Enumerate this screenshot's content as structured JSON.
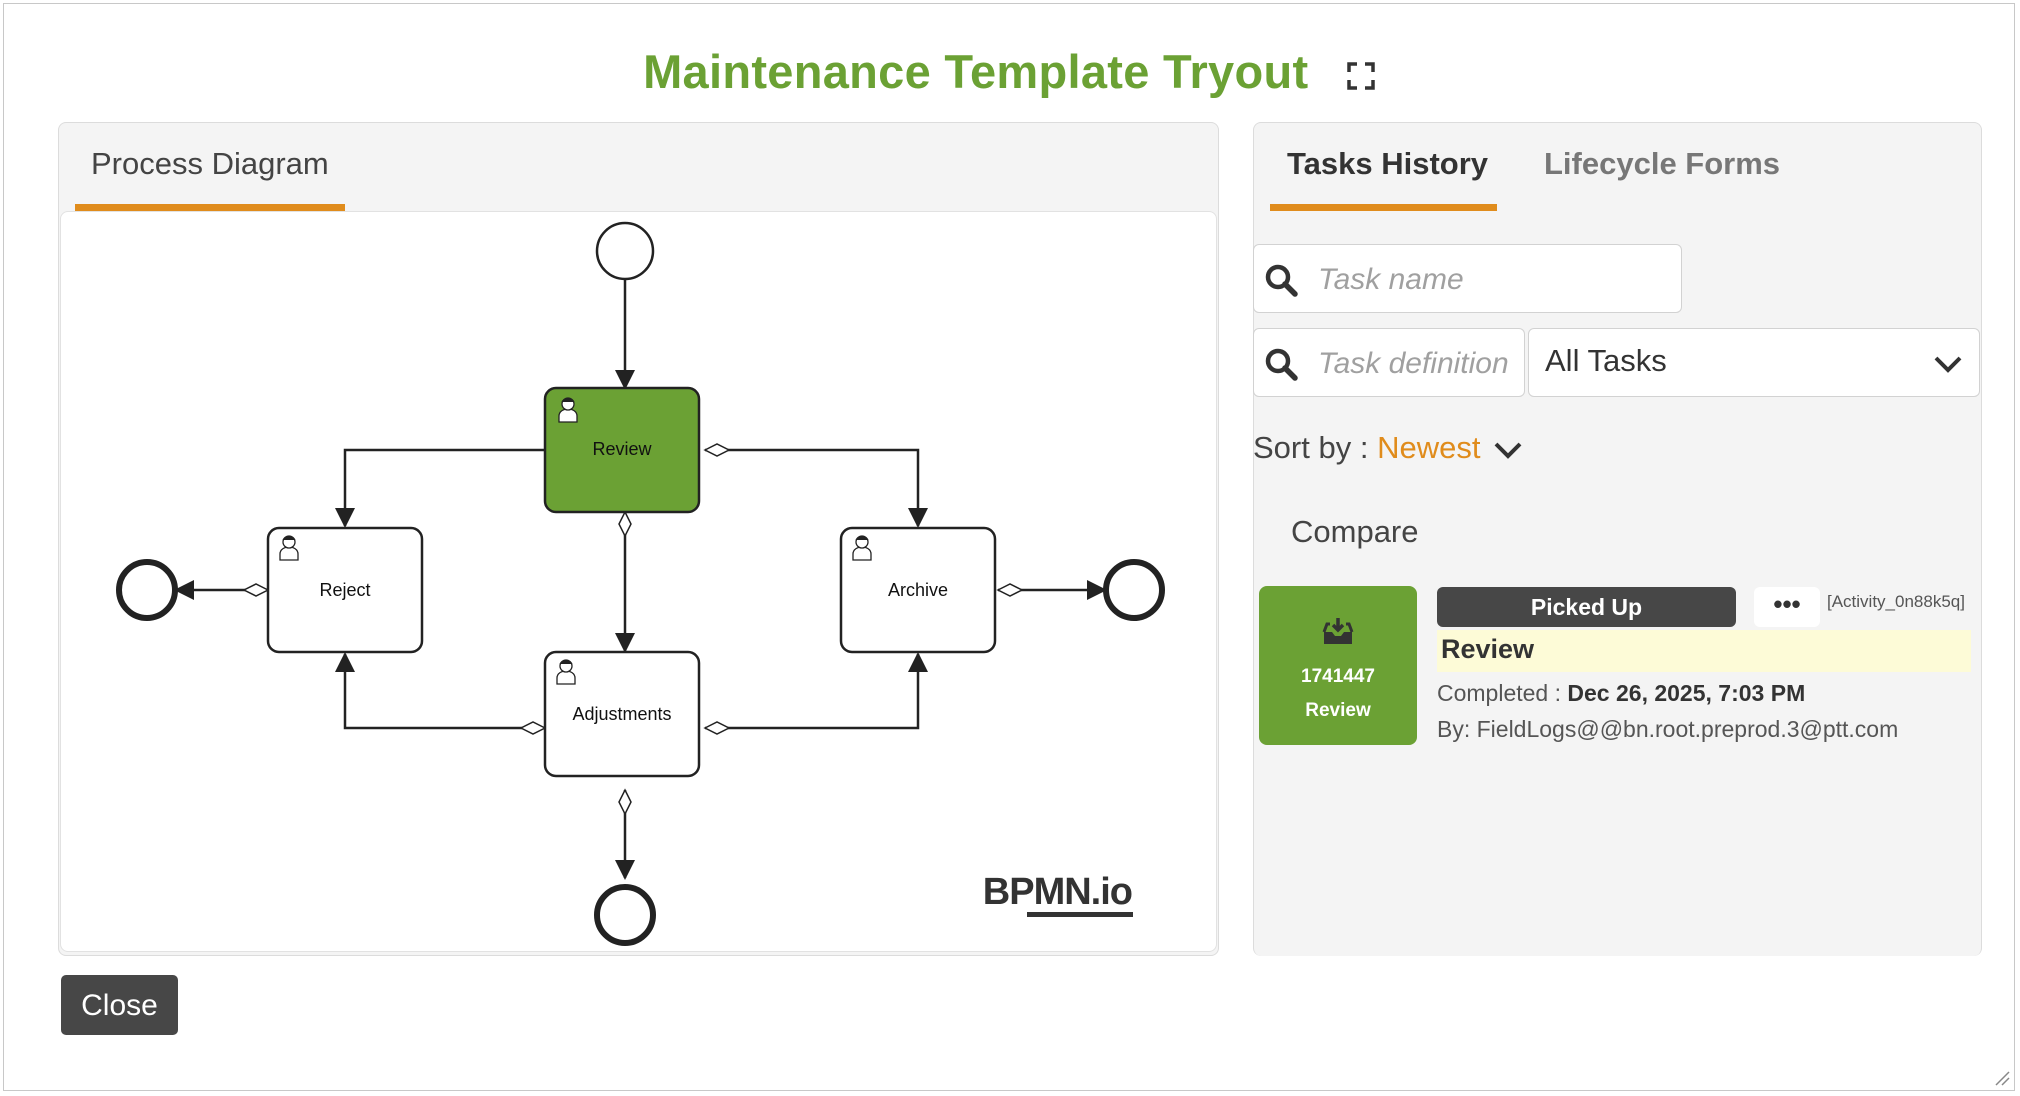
{
  "modal": {
    "title": "Maintenance Template Tryout",
    "close_label": "Close"
  },
  "left_panel": {
    "tab_label": "Process Diagram",
    "watermark": "BPMN.io",
    "nodes": {
      "review": "Review",
      "reject": "Reject",
      "archive": "Archive",
      "adjustments": "Adjustments"
    },
    "active_color": "#6ba134"
  },
  "right_panel": {
    "tabs": [
      {
        "label": "Tasks History",
        "active": true
      },
      {
        "label": "Lifecycle Forms",
        "active": false
      }
    ],
    "task_name_search": {
      "placeholder": "Task name",
      "value": ""
    },
    "task_definition_search": {
      "placeholder": "Task definition",
      "value": ""
    },
    "filter_select": {
      "value": "All Tasks"
    },
    "sort": {
      "label": "Sort by :",
      "value": "Newest"
    },
    "compare_label": "Compare",
    "task_card": {
      "id": "1741447",
      "step": "Review",
      "status": "Picked Up",
      "more_label": "•••",
      "activity_ref": "[Activity_0n88k5q]",
      "name": "Review",
      "completed_label": "Completed :",
      "completed_value": "Dec 26, 2025, 7:03 PM",
      "by_label": "By:",
      "by_value": "FieldLogs@@bn.root.preprod.3@ptt.com"
    }
  },
  "colors": {
    "brand_green": "#6ba134",
    "accent_orange": "#e08c1c",
    "dark_button": "#474747"
  }
}
